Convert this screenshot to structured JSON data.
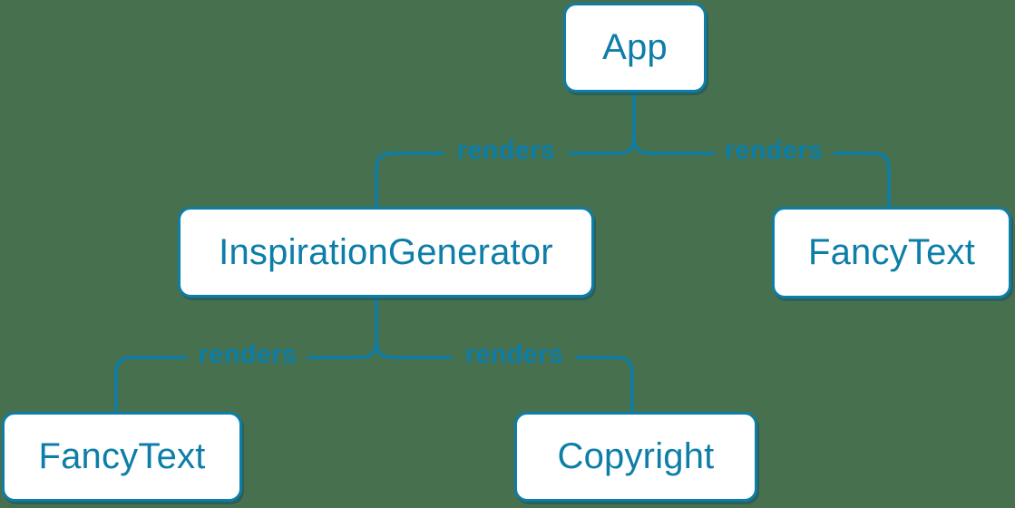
{
  "colors": {
    "background": "#47704E",
    "accent": "#0D7EA8",
    "node_fill": "#FFFFFF"
  },
  "diagram": {
    "type": "component-render-tree",
    "nodes": [
      {
        "id": "app",
        "label": "App"
      },
      {
        "id": "inspiration-generator",
        "label": "InspirationGenerator"
      },
      {
        "id": "fancy-text-top",
        "label": "FancyText"
      },
      {
        "id": "fancy-text-bottom",
        "label": "FancyText"
      },
      {
        "id": "copyright",
        "label": "Copyright"
      }
    ],
    "edges": [
      {
        "from": "app",
        "to": "inspiration-generator",
        "label": "renders"
      },
      {
        "from": "app",
        "to": "fancy-text-top",
        "label": "renders"
      },
      {
        "from": "inspiration-generator",
        "to": "fancy-text-bottom",
        "label": "renders"
      },
      {
        "from": "inspiration-generator",
        "to": "copyright",
        "label": "renders"
      }
    ]
  }
}
